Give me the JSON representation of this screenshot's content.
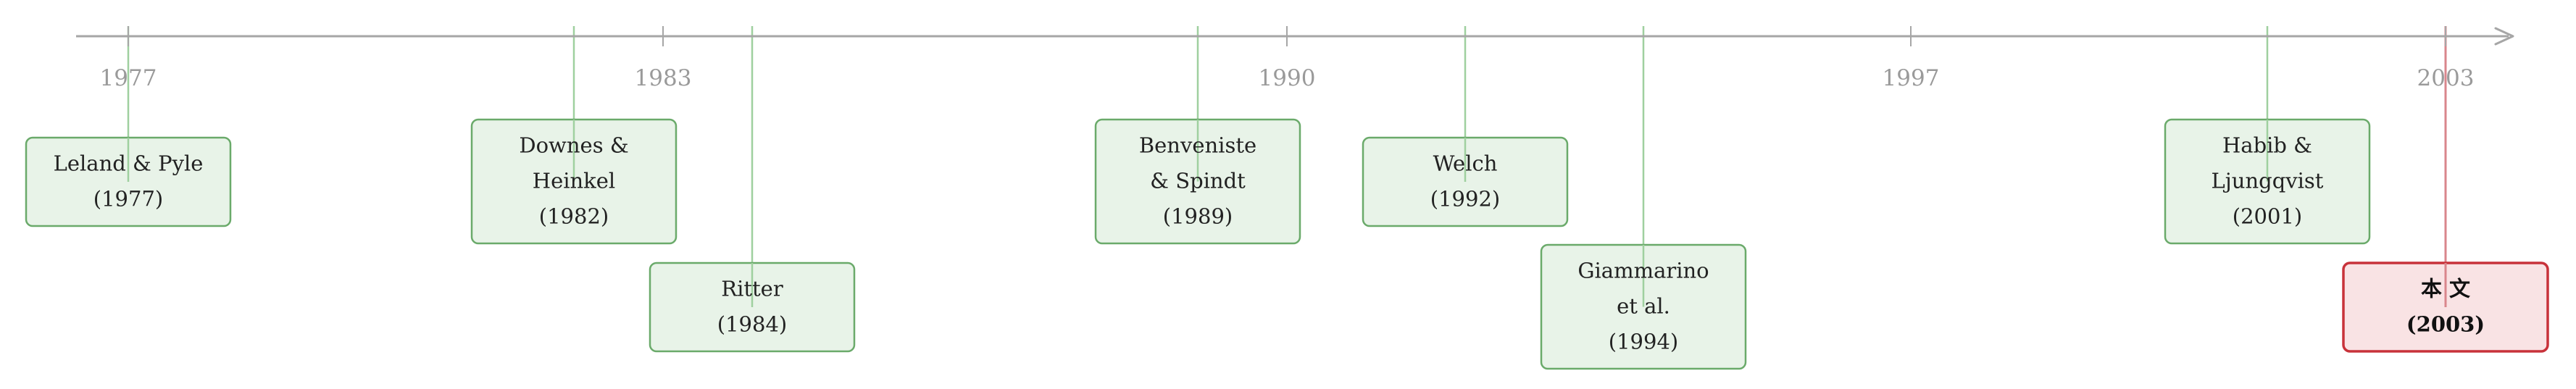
{
  "axis": {
    "start_year": 1976.4,
    "end_year": 2004.6,
    "ticks": [
      "1977",
      "1983",
      "1990",
      "1997",
      "2003"
    ]
  },
  "colors": {
    "axis": "#a6a6a6",
    "tick_label": "#9a9a9a",
    "box_fill": "#e8f3e8",
    "box_stroke": "#6aaa6a",
    "connector": "#9fd09f",
    "highlight_fill": "#f9e3e4",
    "highlight_stroke": "#c8323a",
    "highlight_connector": "#d9868c"
  },
  "events": [
    {
      "year": 1977,
      "row": 0,
      "lines": [
        "Leland & Pyle",
        "(1977)"
      ],
      "highlight": false
    },
    {
      "year": 1982,
      "row": 0,
      "lines": [
        "Downes &",
        "Heinkel",
        "(1982)"
      ],
      "highlight": false
    },
    {
      "year": 1984,
      "row": 1,
      "lines": [
        "Ritter",
        "(1984)"
      ],
      "highlight": false
    },
    {
      "year": 1989,
      "row": 0,
      "lines": [
        "Benveniste",
        "& Spindt",
        "(1989)"
      ],
      "highlight": false
    },
    {
      "year": 1992,
      "row": 0,
      "lines": [
        "Welch",
        "(1992)"
      ],
      "highlight": false
    },
    {
      "year": 1994,
      "row": 1,
      "lines": [
        "Giammarino",
        "et al.",
        "(1994)"
      ],
      "highlight": false
    },
    {
      "year": 2001,
      "row": 0,
      "lines": [
        "Habib &",
        "Ljungqvist",
        "(2001)"
      ],
      "highlight": false
    },
    {
      "year": 2003,
      "row": 1,
      "lines": [
        "本 文",
        "(2003)"
      ],
      "highlight": true
    }
  ]
}
